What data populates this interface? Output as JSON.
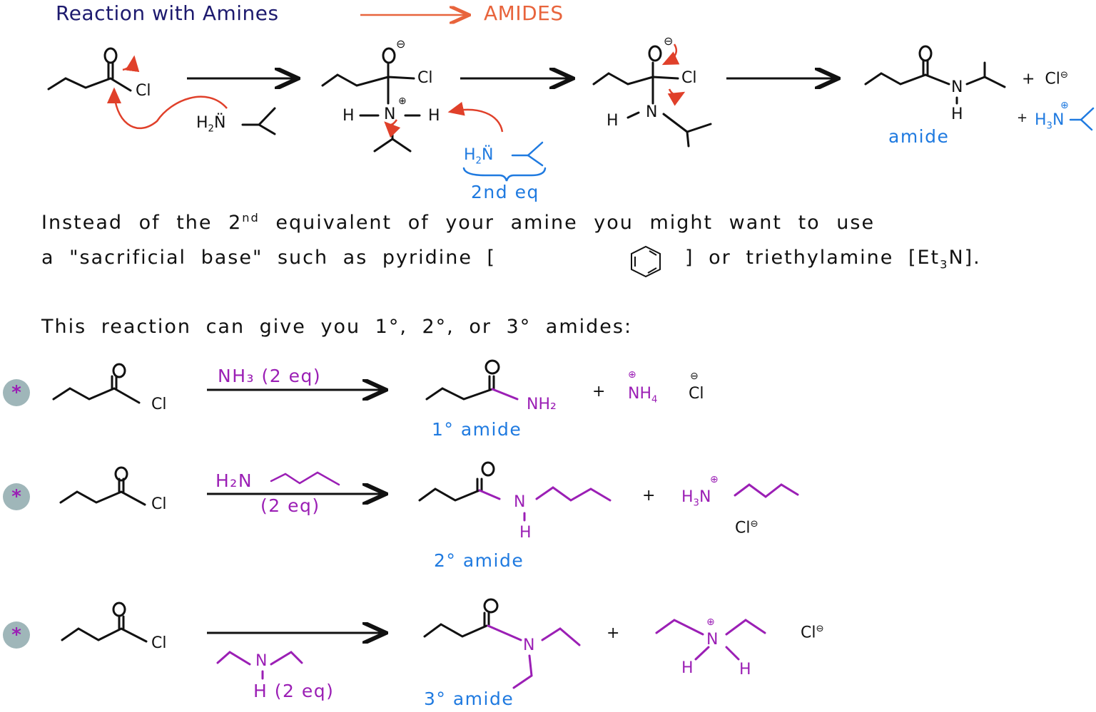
{
  "header": {
    "title": "Reaction with Amines",
    "result": "AMIDES",
    "colors": {
      "title": "#1d1a6e",
      "result": "#e8643c",
      "arrow": "#e8643c"
    }
  },
  "mechanism": {
    "step1": {
      "acyl_chloride_cl": "Cl",
      "acyl_chloride_o": "O",
      "amine": "H₂N̈",
      "amine_label": "H2N:"
    },
    "step2": {
      "o_minus": "O⊖",
      "cl": "Cl",
      "h_left": "H",
      "n_plus": "N⊕",
      "h_right": "H",
      "second_amine": "H₂N̈",
      "second_eq_label": "2nd eq"
    },
    "step3": {
      "o_minus": "O⊖",
      "cl": "Cl",
      "h": "H",
      "n": "N"
    },
    "product": {
      "o": "O",
      "n": "N",
      "h": "H",
      "label": "amide",
      "byproduct1": "+ Cl⊖",
      "byproduct2_plus": "+",
      "byproduct2": "H₃N⊕"
    },
    "colors": {
      "arrow_curved": "#e0402a",
      "blue": "#1f7ae0"
    }
  },
  "paragraph": {
    "line1_prefix": "Instead of the 2",
    "line1_sup": "nd",
    "line1_suffix": " equivalent of your amine you might want to use",
    "line2_a": "a \"sacrificial base\" such as pyridine [",
    "line2_b": "] or triethylamine [Et",
    "line2_sub": "3",
    "line2_c": "N]."
  },
  "intro": {
    "text": "This reaction can give you 1°, 2°, or 3° amides:"
  },
  "reactions": [
    {
      "bullet": "*",
      "reactant_o": "O",
      "reactant_cl": "Cl",
      "reagent_top": "NH₃ (2 eq)",
      "reagent_bottom": "",
      "product_o": "O",
      "product_n": "NH₂",
      "plus": "+",
      "byproduct": "N⊕H₄ Cl⊖",
      "byproduct_cation": "NH₄",
      "byproduct_anion": "Cl",
      "label": "1° amide"
    },
    {
      "bullet": "*",
      "reactant_o": "O",
      "reactant_cl": "Cl",
      "reagent_top": "H₂N",
      "reagent_bottom": "(2 eq)",
      "product_o": "O",
      "product_n": "N",
      "product_h": "H",
      "plus": "+",
      "byproduct_cation": "H₃N",
      "byproduct_anion": "Cl",
      "label": "2° amide"
    },
    {
      "bullet": "*",
      "reactant_o": "O",
      "reactant_cl": "Cl",
      "reagent_top": "",
      "reagent_n": "N",
      "reagent_bottom": "H (2 eq)",
      "product_o": "O",
      "product_n": "N",
      "plus": "+",
      "byproduct_n": "N",
      "byproduct_h1": "H",
      "byproduct_h2": "H",
      "byproduct_anion": "Cl",
      "label": "3° amide"
    }
  ],
  "colors": {
    "purple": "#9b1fb5",
    "blue": "#1f7ae0",
    "bullet_bg": "#9fb6b9",
    "black": "#111111"
  }
}
